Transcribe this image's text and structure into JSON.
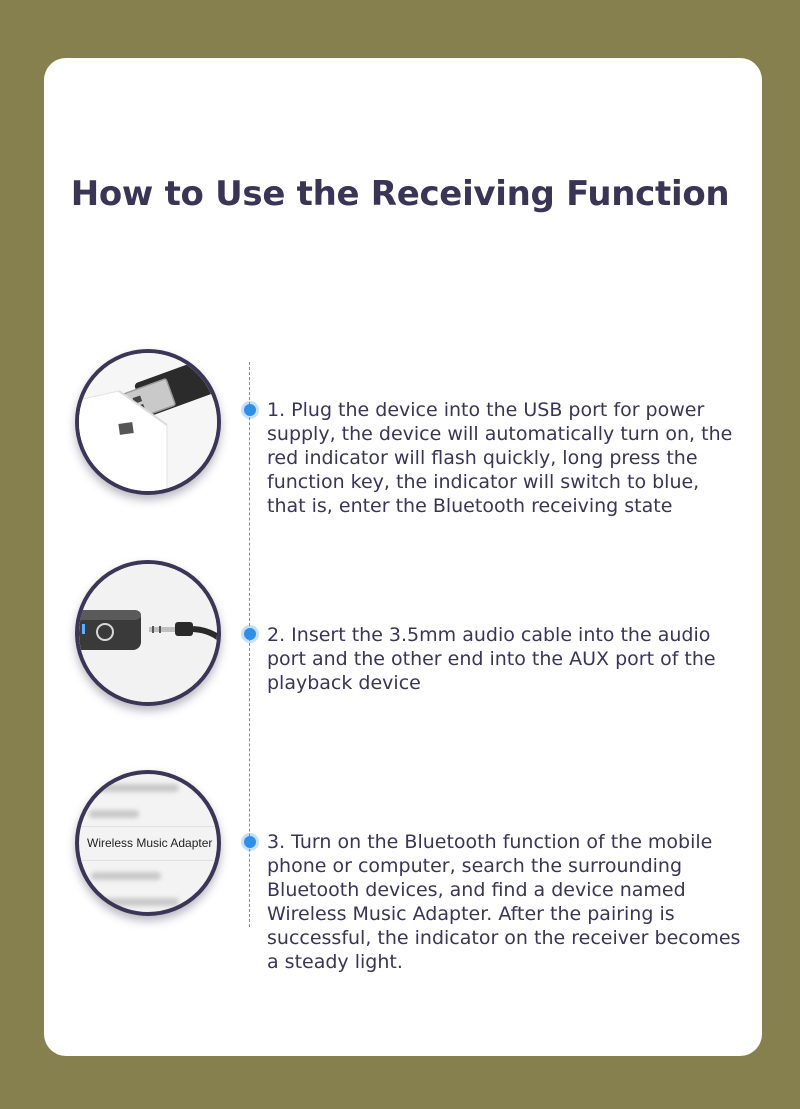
{
  "title": "How to Use the Receiving Function",
  "steps": [
    {
      "text": "1. Plug the device into the USB port for power supply, the device will automatically turn on, the red indicator will flash quickly, long press the function key, the indicator will switch to blue, that is, enter the Bluetooth receiving state"
    },
    {
      "text": "2. Insert the 3.5mm audio cable into the audio port and the other end into the AUX port of the playback device"
    },
    {
      "text": "3. Turn on the Bluetooth function of the mobile phone or computer, search the surrounding Bluetooth devices, and find a device named Wireless Music Adapter. After the pairing is successful, the indicator on the receiver becomes a steady light."
    }
  ],
  "images": {
    "adapter_list_label": "Wireless Music Adapter"
  },
  "colors": {
    "background": "#867f4e",
    "card": "#ffffff",
    "title": "#3a3555",
    "accent_dot": "#2e90e8",
    "circle_border": "#3c3656"
  }
}
